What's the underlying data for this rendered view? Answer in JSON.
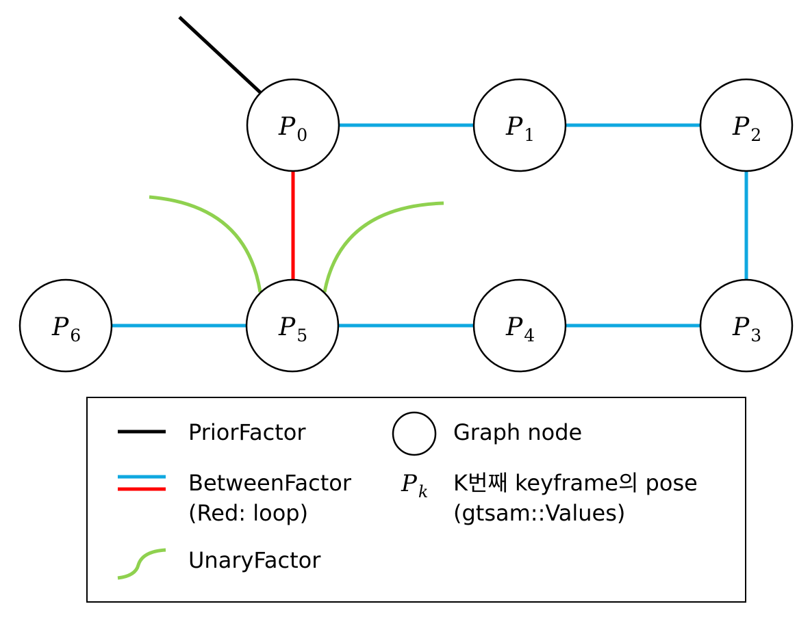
{
  "colors": {
    "prior": "#000000",
    "between": "#0fa8e0",
    "loop": "#ff0000",
    "unary": "#8fd14f",
    "node_stroke": "#000000",
    "node_fill": "#ffffff"
  },
  "nodes": [
    {
      "id": "P0",
      "base": "P",
      "sub": "0"
    },
    {
      "id": "P1",
      "base": "P",
      "sub": "1"
    },
    {
      "id": "P2",
      "base": "P",
      "sub": "2"
    },
    {
      "id": "P3",
      "base": "P",
      "sub": "3"
    },
    {
      "id": "P4",
      "base": "P",
      "sub": "4"
    },
    {
      "id": "P5",
      "base": "P",
      "sub": "5"
    },
    {
      "id": "P6",
      "base": "P",
      "sub": "6"
    }
  ],
  "edges": [
    {
      "from": "P0",
      "to": "P1",
      "type": "between"
    },
    {
      "from": "P1",
      "to": "P2",
      "type": "between"
    },
    {
      "from": "P2",
      "to": "P3",
      "type": "between"
    },
    {
      "from": "P3",
      "to": "P4",
      "type": "between"
    },
    {
      "from": "P4",
      "to": "P5",
      "type": "between"
    },
    {
      "from": "P5",
      "to": "P6",
      "type": "between"
    },
    {
      "from": "P0",
      "to": "P5",
      "type": "loop"
    }
  ],
  "factors": [
    {
      "node": "P0",
      "type": "prior"
    },
    {
      "node": "P5",
      "type": "unary"
    },
    {
      "node": "P5",
      "type": "unary"
    }
  ],
  "legend": {
    "prior_label": "PriorFactor",
    "between_label_1": "BetweenFactor",
    "between_label_2": "(Red: loop)",
    "unary_label": "UnaryFactor",
    "node_label": "Graph node",
    "pose_symbol_base": "P",
    "pose_symbol_sub": "k",
    "pose_label_1": "K번째 keyframe의 pose",
    "pose_label_2": "(gtsam::Values)"
  }
}
